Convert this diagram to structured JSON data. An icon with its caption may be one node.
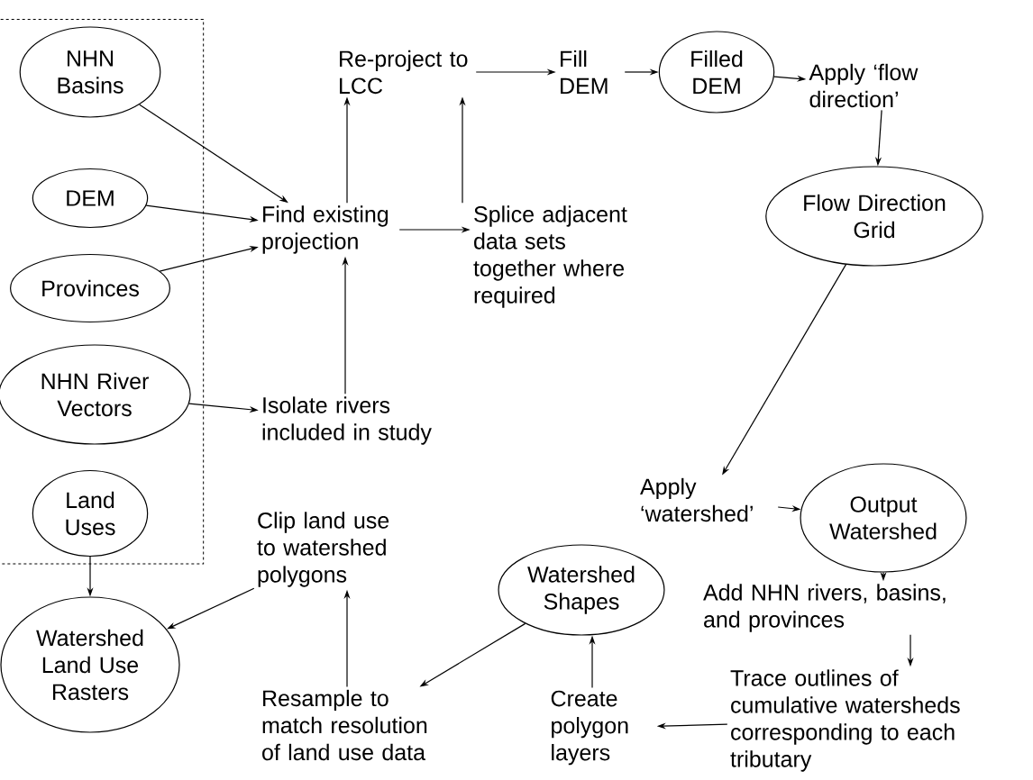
{
  "diagram": {
    "nodes": [
      {
        "text": [],
        "shape": "box"
      },
      {
        "text": [
          "NHN Basins"
        ],
        "in": 0
      },
      {
        "text": [
          "DEM"
        ],
        "in": 0
      },
      {
        "text": [
          "Provinces"
        ],
        "in": 0
      },
      {
        "text": [
          "NHN River Vectors"
        ],
        "in": 0
      },
      {
        "text": [
          "Land Uses"
        ],
        "in": 0
      },
      {
        "text": [
          "Find existing projection"
        ]
      },
      {
        "text": [
          "Re-project to LCC"
        ]
      },
      {
        "text": [
          "Splice adjacent data sets together where required"
        ]
      },
      {
        "text": [
          "Fill DEM"
        ]
      },
      {
        "text": [
          "Filled DEM"
        ]
      },
      {
        "text": [
          "Apply ‘flow direction’"
        ]
      },
      {
        "text": [
          "Flow Direction Grid"
        ]
      },
      {
        "text": [
          "Isolate rivers included in study"
        ]
      },
      {
        "text": [
          "Apply ‘watershed’"
        ]
      },
      {
        "text": [
          "Output Watershed"
        ]
      },
      {
        "text": [
          "Add NHN rivers, basins, and provinces"
        ]
      },
      {
        "text": [
          "Trace outlines of cumulative watersheds corresponding to each tributary"
        ]
      },
      {
        "text": [
          "Create polygon layers"
        ]
      },
      {
        "text": [
          "Watershed Shapes"
        ]
      },
      {
        "text": [
          "Clip land use to watershed polygons"
        ]
      },
      {
        "text": [
          "Resample to match resolution of land use data"
        ]
      },
      {
        "text": [
          "Watershed Land Use Rasters"
        ]
      }
    ],
    "edges": [
      {
        "from": 1,
        "to": 6,
        "arrow": "to"
      },
      {
        "from": 2,
        "to": 6,
        "arrow": "to"
      },
      {
        "from": 3,
        "to": 6,
        "arrow": "to"
      },
      {
        "from": 4,
        "to": 13,
        "arrow": "to"
      },
      {
        "from": 13,
        "to": 6,
        "arrow": "to"
      },
      {
        "from": 6,
        "to": 7,
        "arrow": "to"
      },
      {
        "from": 6,
        "to": 8,
        "arrow": "to"
      },
      {
        "from": 8,
        "to": 7,
        "arrow": "to"
      },
      {
        "from": 7,
        "to": 9,
        "arrow": "to"
      },
      {
        "from": 9,
        "to": 10,
        "arrow": "to"
      },
      {
        "from": 10,
        "to": 11,
        "arrow": "to"
      },
      {
        "from": 11,
        "to": 12,
        "arrow": "to"
      },
      {
        "from": 12,
        "to": 14,
        "arrow": "to"
      },
      {
        "from": 14,
        "to": 15,
        "arrow": "to"
      },
      {
        "from": 15,
        "to": 16,
        "arrow": "to"
      },
      {
        "from": 16,
        "to": 17,
        "arrow": "to"
      },
      {
        "from": 17,
        "to": 18,
        "arrow": "to"
      },
      {
        "from": 18,
        "to": 19,
        "arrow": "to"
      },
      {
        "from": 19,
        "to": 21,
        "arrow": "to"
      },
      {
        "from": 21,
        "to": 20,
        "arrow": "to"
      },
      {
        "from": 20,
        "to": 22,
        "arrow": "to"
      },
      {
        "from": 5,
        "to": 22,
        "arrow": "to"
      }
    ]
  }
}
